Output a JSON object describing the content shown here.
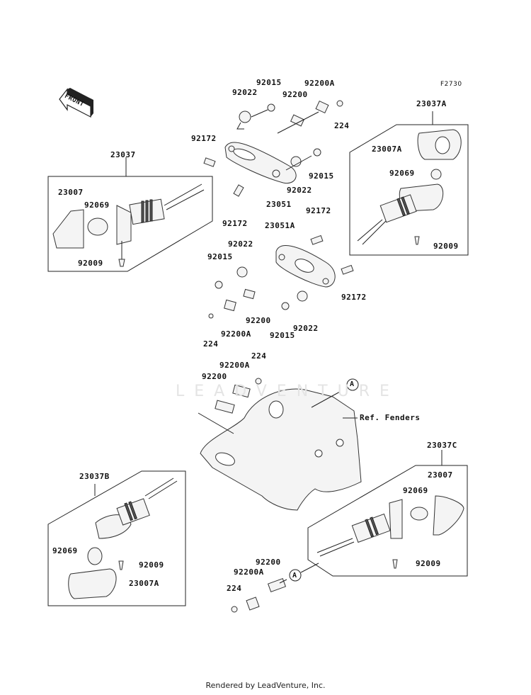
{
  "diagram_code": "F2730",
  "watermark": "LEADVENTURE",
  "footer": "Rendered by LeadVenture, Inc.",
  "front_arrow": "FRONT",
  "reference": "Ref. Fenders",
  "callout": "A",
  "groups": {
    "front_left": {
      "assembly": "23037",
      "lens": "23007",
      "bulb": "92069",
      "screw": "92009"
    },
    "front_right": {
      "assembly": "23037A",
      "lens": "23007A",
      "bulb": "92069",
      "screw": "92009"
    },
    "rear_left": {
      "assembly": "23037B",
      "lens": "23007A",
      "bulb": "92069",
      "screw": "92009"
    },
    "rear_right": {
      "assembly": "23037C",
      "lens": "23007",
      "bulb": "92069",
      "screw": "92009"
    }
  },
  "labels": {
    "top_92015": "92015",
    "top_92022": "92022",
    "top_92200": "92200",
    "top_92200A": "92200A",
    "top_224": "224",
    "top_92172": "92172",
    "bracket_23051": "23051",
    "right_92015": "92015",
    "right_92022": "92022",
    "lower_92172": "92172",
    "mid_92172": "92172",
    "bracket_23051A": "23051A",
    "mid_92022": "92022",
    "mid_92015": "92015",
    "mid_92172_right": "92172",
    "mid_92200": "92200",
    "mid_92200A": "92200A",
    "mid_224": "224",
    "mid_92015_b": "92015",
    "mid_92022_b": "92022",
    "fender_224": "224",
    "fender_92200A": "92200A",
    "fender_92200": "92200",
    "bottom_92200": "92200",
    "bottom_92200A": "92200A",
    "bottom_224": "224"
  }
}
